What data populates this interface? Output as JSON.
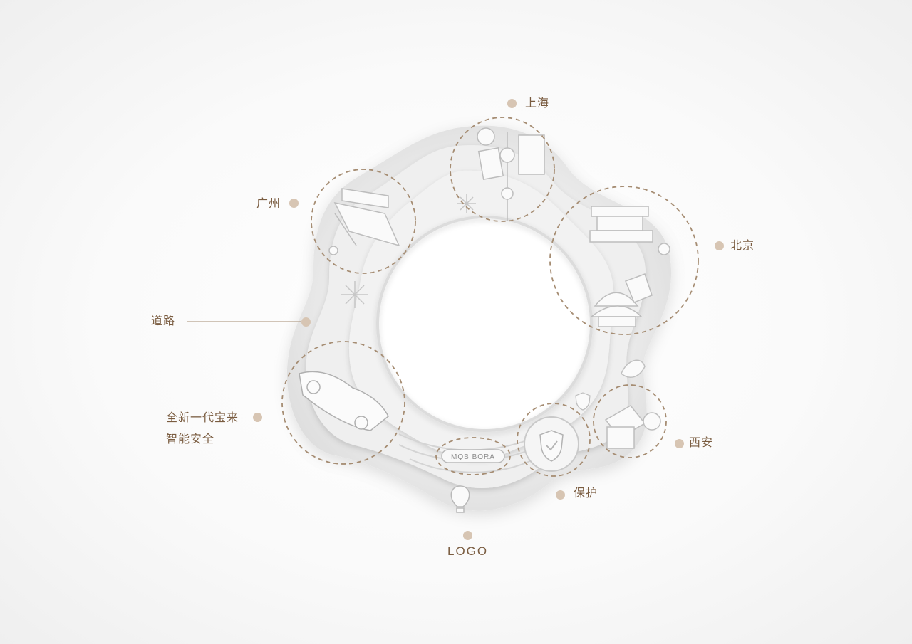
{
  "labels": {
    "shanghai": "上海",
    "guangzhou": "广州",
    "beijing": "北京",
    "road": "道路",
    "car_line1": "全新一代宝来",
    "car_line2": "智能安全",
    "xian": "西安",
    "protect": "保护",
    "logo": "LOGO"
  },
  "road_sign_text": "MQB BORA",
  "colors": {
    "accent_text": "#7a5c40",
    "dot": "#d7c5b3",
    "dashed_circle": "#a58c72",
    "paper": "#ededed",
    "paper_shadow": "#cfcfcf"
  },
  "icons": [
    "oriental-pearl-tower-icon",
    "canton-tower-icon",
    "tiananmen-icon",
    "temple-of-heaven-icon",
    "bell-tower-icon",
    "car-icon",
    "shield-icon",
    "hot-air-balloon-icon",
    "firework-icon",
    "leaf-icon"
  ]
}
